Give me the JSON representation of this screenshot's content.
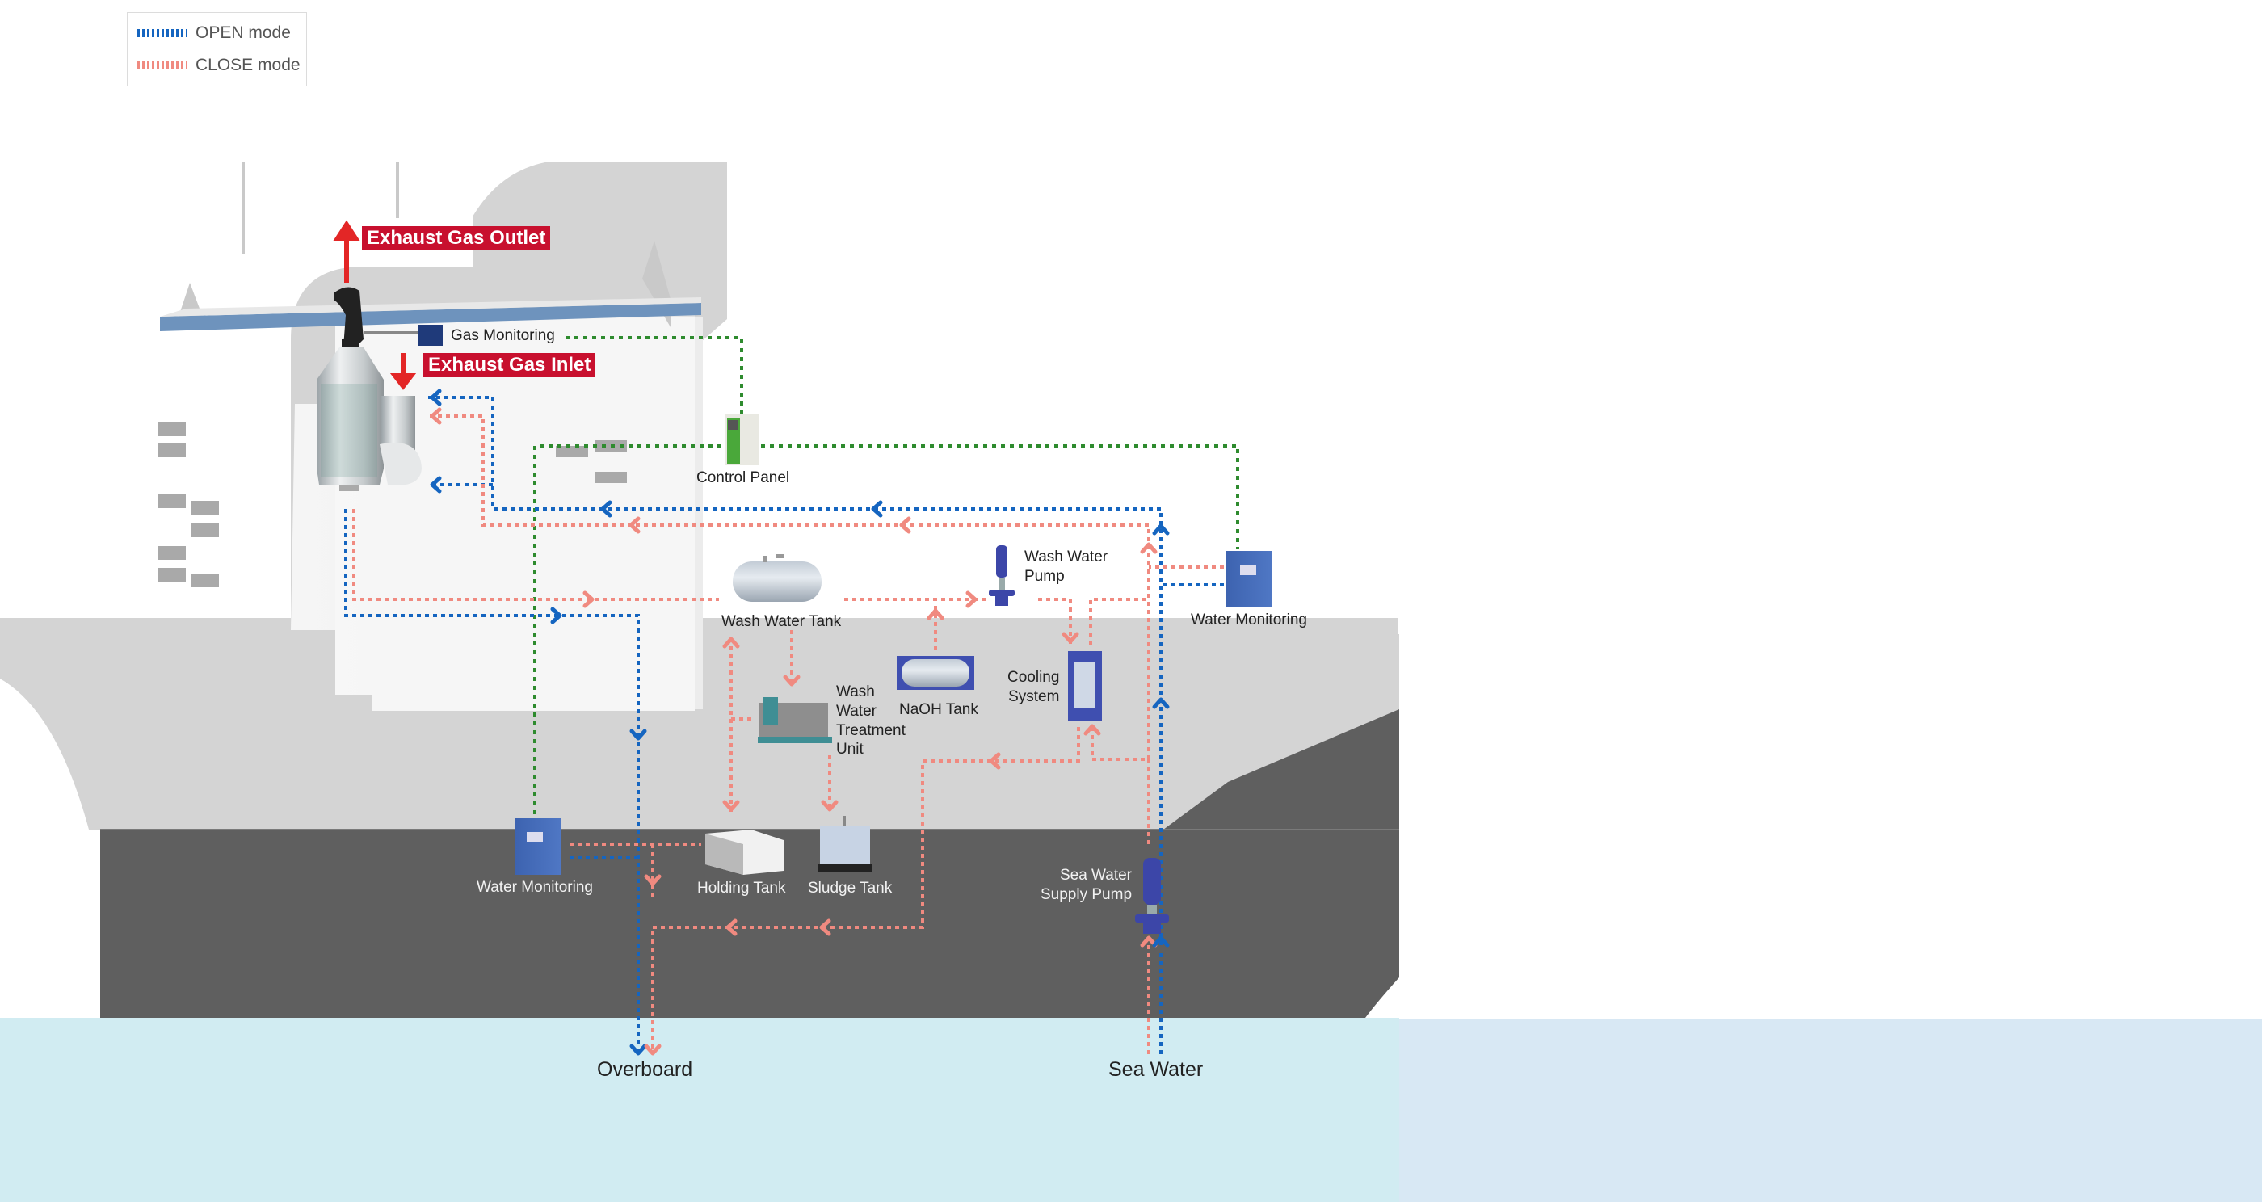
{
  "legend": {
    "items": [
      {
        "label": "OPEN mode",
        "color": "#1565c0"
      },
      {
        "label": "CLOSE mode",
        "color": "#f08a80"
      }
    ]
  },
  "colors": {
    "open_line": "#1565c0",
    "close_line": "#f08a80",
    "control_line": "#2e8b2e",
    "exhaust_tag": "#c8102e",
    "hull_dark": "#5f5f5f",
    "deck_light": "#d4d4d4",
    "sea": "#d4ecf2"
  },
  "exhaust": {
    "outlet_label": "Exhaust Gas Outlet",
    "inlet_label": "Exhaust Gas Inlet"
  },
  "components": {
    "gas_monitoring": "Gas Monitoring",
    "control_panel": "Control Panel",
    "water_monitoring_right": "Water Monitoring",
    "wash_water_tank": "Wash Water Tank",
    "wash_water_pump": [
      "Wash Water",
      "Pump"
    ],
    "naoh_tank": "NaOH Tank",
    "cooling_system": [
      "Cooling",
      "System"
    ],
    "wwtu": [
      "Wash",
      "Water",
      "Treatment",
      "Unit"
    ],
    "water_monitoring_left": "Water Monitoring",
    "holding_tank": "Holding Tank",
    "sludge_tank": "Sludge Tank",
    "sea_water_supply_pump": [
      "Sea Water",
      "Supply Pump"
    ]
  },
  "endpoints": {
    "overboard": "Overboard",
    "sea_water": "Sea Water"
  }
}
